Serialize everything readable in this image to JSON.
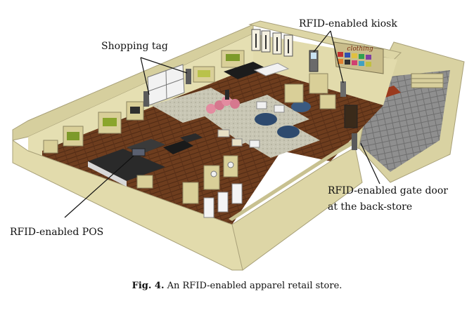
{
  "labels": {
    "shopping_tag": "Shopping tag",
    "kiosk": "RFID-enabled kiosk",
    "gate_door_line1": "RFID-enabled gate door",
    "gate_door_line2": "at the back-store",
    "pos": "RFID-enabled POS"
  },
  "shelf_sign": "clothing",
  "caption": {
    "prefix": "Fig. 4.",
    "text": "An RFID-enabled apparel retail store."
  },
  "colors": {
    "wall": "#ddd6a6",
    "wall_shadow": "#b9b284",
    "floor_wood": "#6e3d1e",
    "floor_wood_dark": "#4e2a14",
    "carpet": "#c8c6b4",
    "backstore_floor": "#8f8f8f"
  }
}
